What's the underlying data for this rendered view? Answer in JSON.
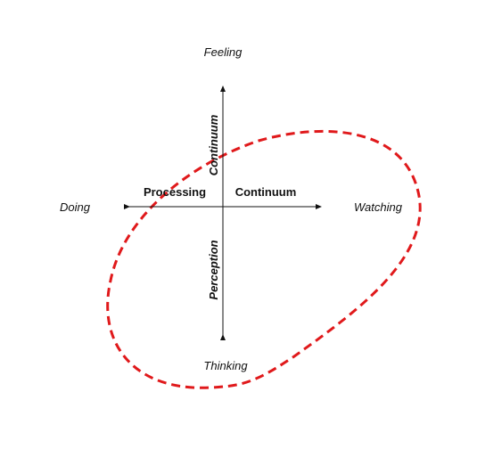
{
  "diagram": {
    "poles": {
      "top": "Feeling",
      "bottom": "Thinking",
      "left": "Doing",
      "right": "Watching"
    },
    "horizontal_axis": {
      "left_label": "Processing",
      "right_label": "Continuum"
    },
    "vertical_axis": {
      "upper_label": "Continuum",
      "lower_label": "Perception"
    },
    "colors": {
      "axis": "#111111",
      "highlight_loop": "#e0191b"
    }
  }
}
